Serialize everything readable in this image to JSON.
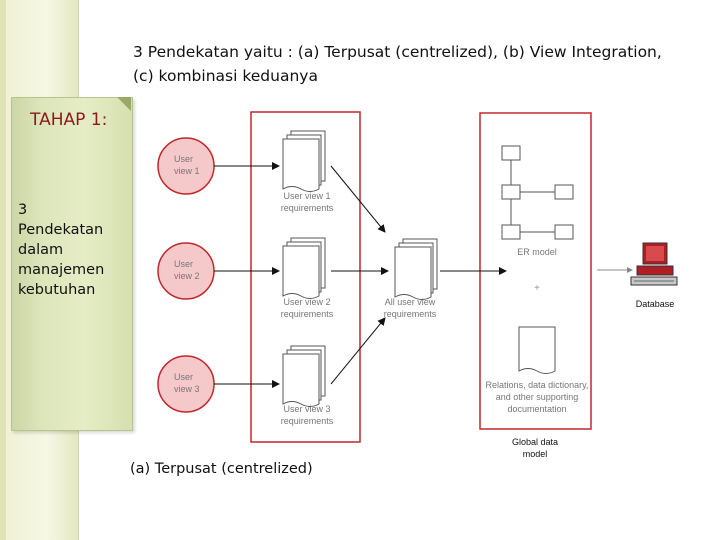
{
  "slide": {
    "title_line1": "3 Pendekatan  yaitu : (a) Terpusat (centrelized), (b) View Integration,",
    "title_line2": "(c) kombinasi keduanya",
    "tahap_label": "TAHAP 1:",
    "card_lines": [
      "3",
      "Pendekatan",
      "dalam",
      "manajemen",
      "kebutuhan"
    ],
    "caption": "(a) Terpusat (centrelized)"
  },
  "diagram": {
    "user_views": [
      {
        "l1": "User",
        "l2": "view 1"
      },
      {
        "l1": "User",
        "l2": "view 2"
      },
      {
        "l1": "User",
        "l2": "view 3"
      }
    ],
    "requirements": [
      {
        "l1": "User view 1",
        "l2": "requirements"
      },
      {
        "l1": "User view 2",
        "l2": "requirements"
      },
      {
        "l1": "User view 3",
        "l2": "requirements"
      }
    ],
    "all_views": {
      "l1": "All user view",
      "l2": "requirements"
    },
    "er_model": "ER model",
    "plus": "+",
    "relations": {
      "l1": "Relations, data dictionary,",
      "l2": "and other supporting",
      "l3": "documentation"
    },
    "global_model": {
      "l1": "Global data",
      "l2": "model"
    },
    "database": "Database",
    "colors": {
      "accent": "#c0282c",
      "circle_fill": "#f5c9c9",
      "doc_stroke": "#555555"
    }
  }
}
